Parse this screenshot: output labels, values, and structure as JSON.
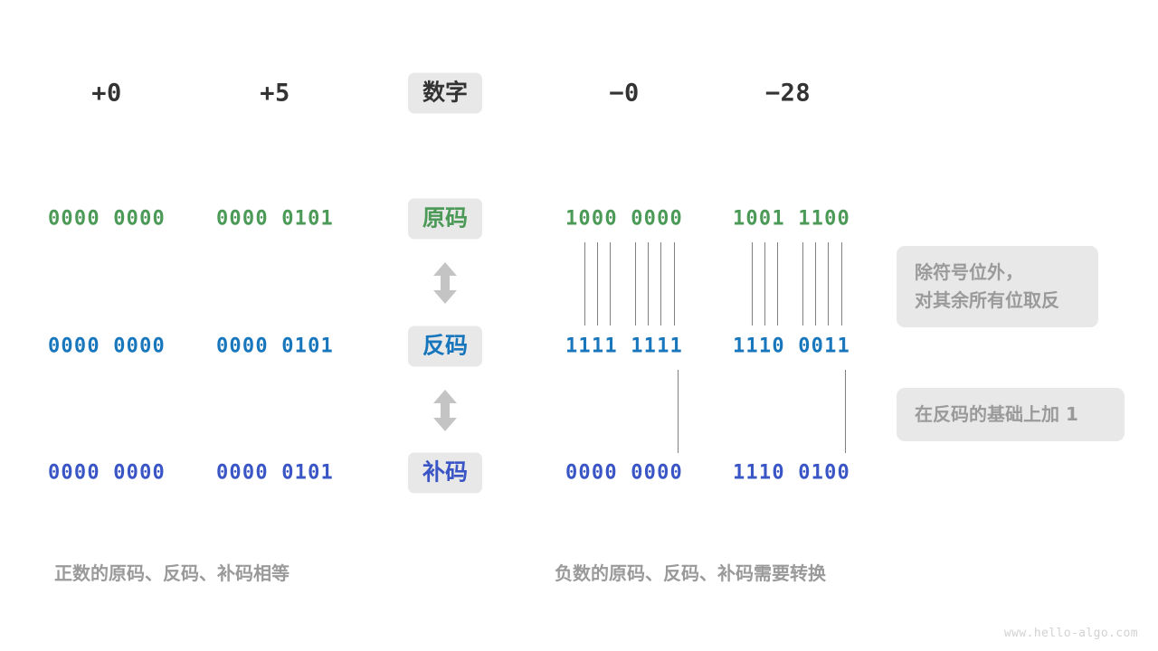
{
  "meta": {
    "watermark": "www.hello-algo.com",
    "colors": {
      "green": "#4C9A57",
      "blue": "#1876BC",
      "indigo": "#3A55C5",
      "dark": "#333333",
      "gray_text": "#9a9a9a",
      "badge_bg": "#e8e8e8",
      "tick_line": "#808080",
      "arrow": "#c4c4c4",
      "background": "#ffffff"
    }
  },
  "header": {
    "label": "数字",
    "columns": [
      {
        "key": "pos0",
        "value": "+0"
      },
      {
        "key": "pos5",
        "value": "+5"
      },
      {
        "key": "neg0",
        "value": "−0"
      },
      {
        "key": "neg28",
        "value": "−28"
      }
    ]
  },
  "rows": [
    {
      "key": "sign-magnitude",
      "label": "原码",
      "color": "green",
      "values": {
        "pos0": "0000 0000",
        "pos5": "0000 0101",
        "neg0": "1000 0000",
        "neg28": "1001 1100"
      }
    },
    {
      "key": "ones-complement",
      "label": "反码",
      "color": "blue",
      "values": {
        "pos0": "0000 0000",
        "pos5": "0000 0101",
        "neg0": "1111 1111",
        "neg28": "1110 0011"
      }
    },
    {
      "key": "twos-complement",
      "label": "补码",
      "color": "indigo",
      "values": {
        "pos0": "0000 0000",
        "pos5": "0000 0101",
        "neg0": "0000 0000",
        "neg28": "1110 0100"
      }
    }
  ],
  "notes": [
    {
      "key": "invert-note",
      "text": "除符号位外，\n对其余所有位取反"
    },
    {
      "key": "plus-one-note",
      "text": "在反码的基础上加 1"
    }
  ],
  "captions": [
    {
      "key": "positive-caption",
      "text": "正数的原码、反码、补码相等"
    },
    {
      "key": "negative-caption",
      "text": "负数的原码、反码、补码需要转换"
    }
  ],
  "icons": {
    "updown_arrow": "double-headed-vertical-arrow"
  }
}
